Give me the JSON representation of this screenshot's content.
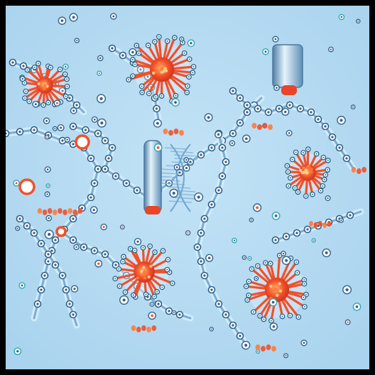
{
  "image": {
    "kind": "illustration",
    "subject": "molecular-cell-illustration",
    "palette": {
      "background": "#b6dcf2",
      "frame": "#000000",
      "molecule_blue": "#6fa6cf",
      "molecule_light": "#d9eefb",
      "molecule_dark": "#2f5f86",
      "virus_red": "#f2502a",
      "virus_orange": "#ff7a3a",
      "accent_teal": "#2aa6b5"
    },
    "elements": [
      "virus-particle",
      "virus-particle",
      "virus-particle",
      "virus-particle",
      "virus-particle",
      "molecular-chain-network",
      "cylinder-tube",
      "cylinder-tube",
      "helix-fragment",
      "bead-cluster"
    ]
  }
}
